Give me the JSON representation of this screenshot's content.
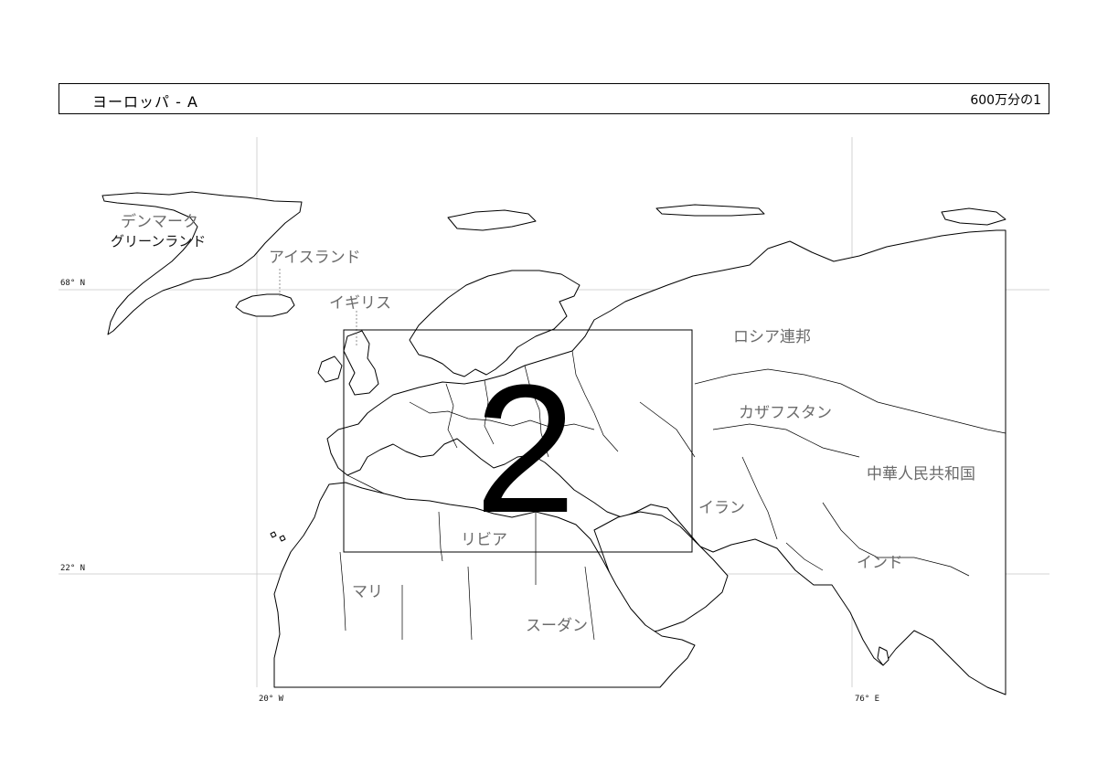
{
  "header": {
    "title": "ヨーロッパ - A",
    "scale": "600万分の1"
  },
  "page_number": "2",
  "coords": {
    "lat_68": "68° N",
    "lat_22": "22° N",
    "lon_20w": "20° W",
    "lon_76e": "76° E"
  },
  "labels": {
    "denmark": "デンマーク",
    "greenland": "グリーンランド",
    "iceland": "アイスランド",
    "uk": "イギリス",
    "russia": "ロシア連邦",
    "kazakhstan": "カザフスタン",
    "china": "中華人民共和国",
    "iran": "イラン",
    "libya": "リビア",
    "india": "インド",
    "mali": "マリ",
    "sudan": "スーダン"
  }
}
